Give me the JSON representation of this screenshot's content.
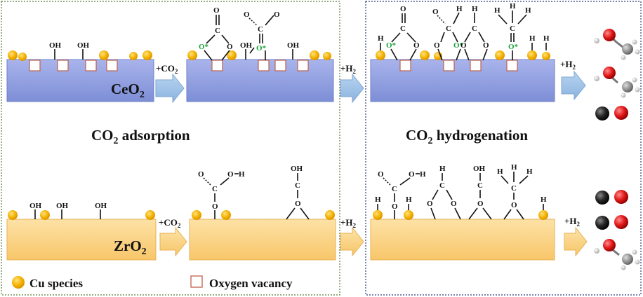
{
  "labels": {
    "ceo2": "CeO2",
    "zro2": "ZrO2",
    "co2_adsorption": "CO2 adsorption",
    "co2_hydrogenation": "CO2 hydrogenation",
    "plus_co2": "+CO2",
    "plus_h2": "+H2"
  },
  "atoms": {
    "oh": "OH",
    "o": "O",
    "c": "C",
    "h": "H",
    "o_star": "O*"
  },
  "legend": {
    "cu_species": "Cu species",
    "oxygen_vacancy": "Oxygen vacancy"
  },
  "colors": {
    "ceo2_slab": "#8f9de0",
    "zro2_slab": "#fbd48a",
    "cu_species": "#f2ad00",
    "vacancy_border": "#c0604a",
    "arrow": "#9dc3e6",
    "o_star": "#1aa33a",
    "panel_border_left": "#5a7a3a",
    "panel_border_right": "#2a3a7a"
  }
}
